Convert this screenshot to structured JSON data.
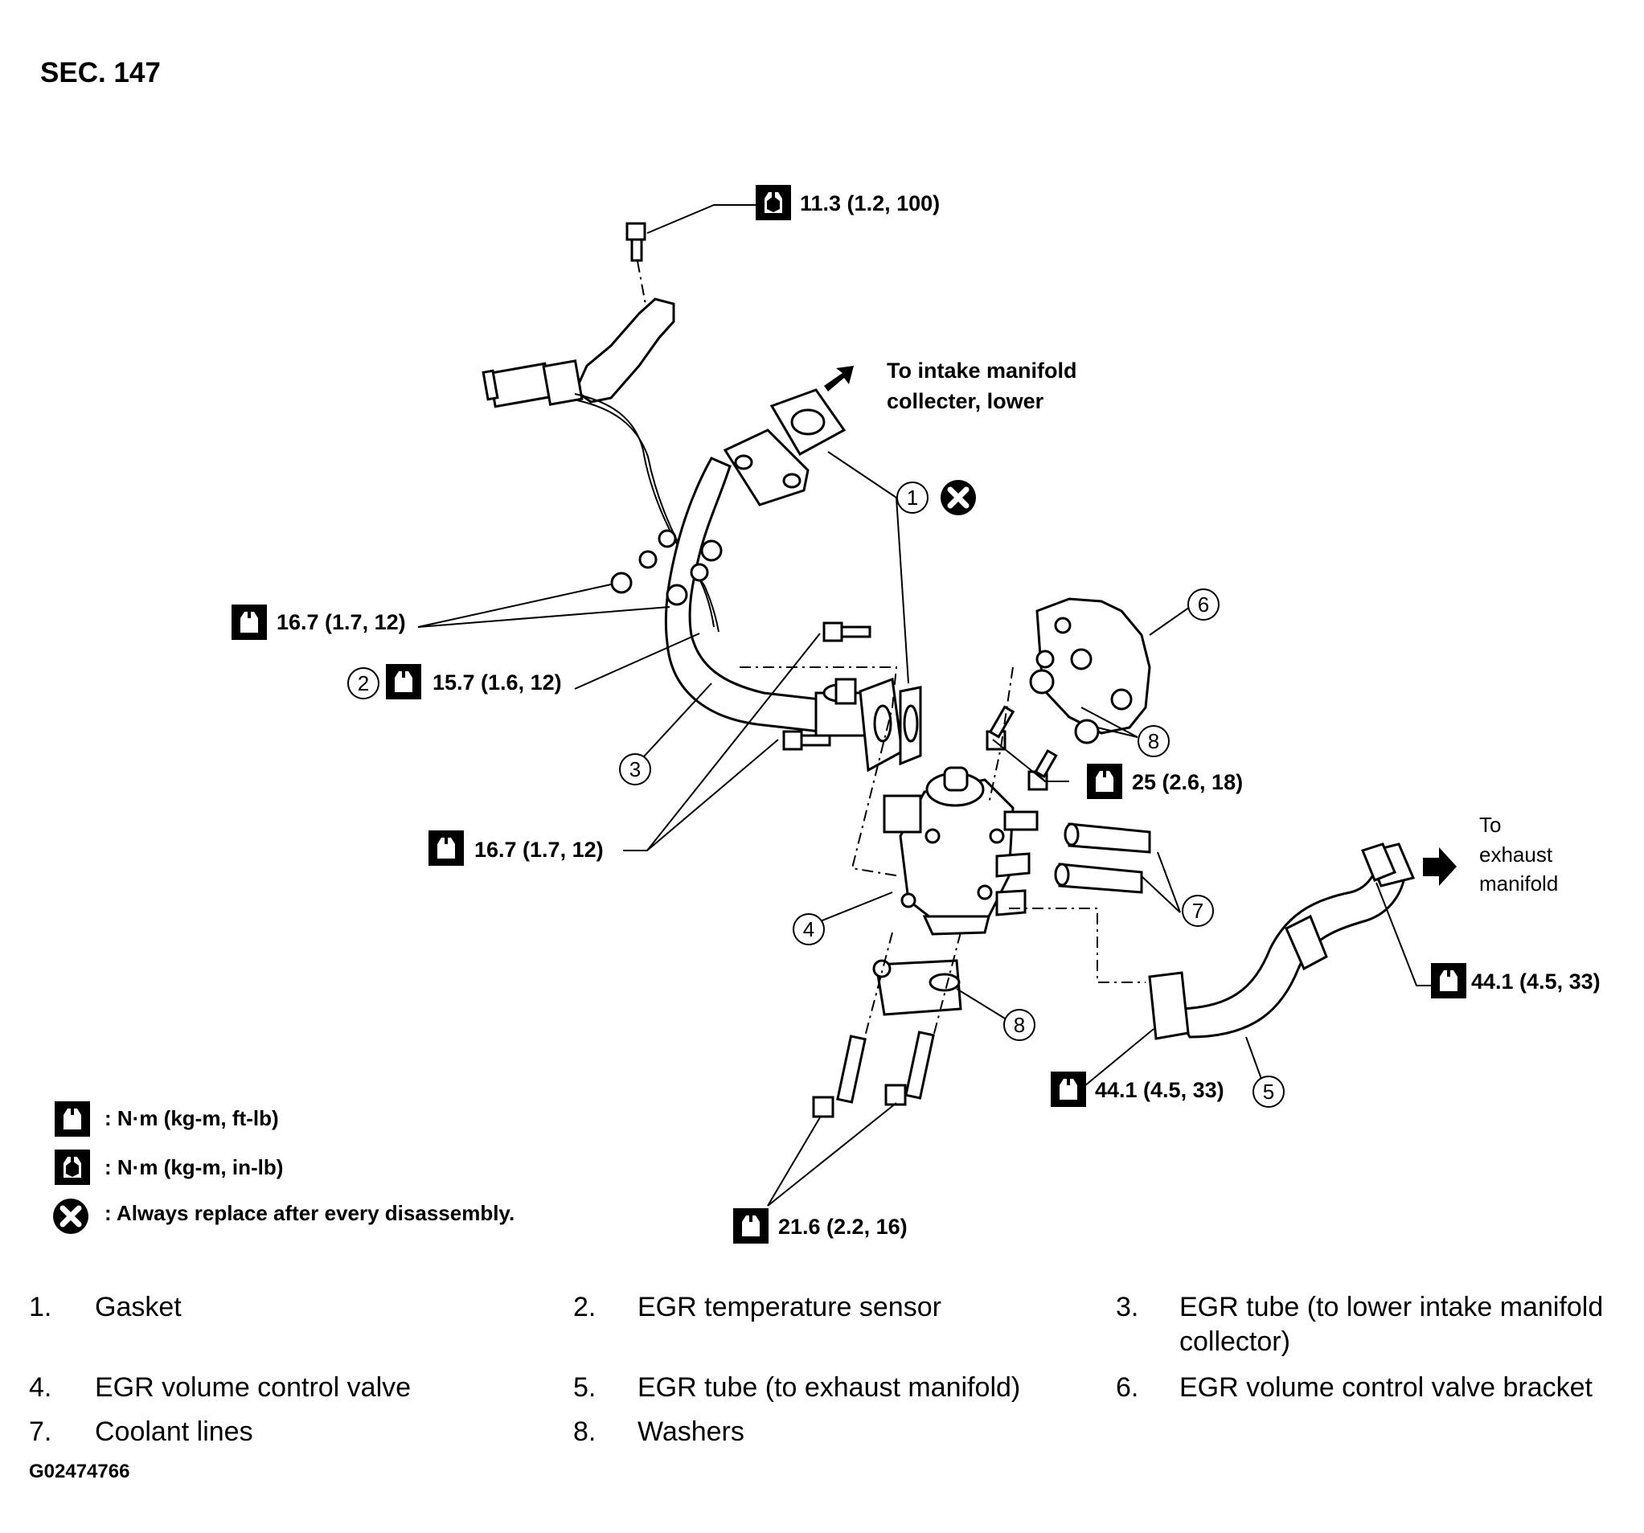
{
  "section": "SEC. 147",
  "figure_id": "G02474766",
  "notes": {
    "intake_line1": "To intake manifold",
    "intake_line2": "collecter, lower",
    "exhaust_line1": "To",
    "exhaust_line2": "exhaust",
    "exhaust_line3": "manifold"
  },
  "callouts": [
    "1",
    "2",
    "3",
    "4",
    "5",
    "6",
    "7",
    "8",
    "8"
  ],
  "torques": {
    "top_bolt": "11.3 (1.2, 100)",
    "nuts": "16.7 (1.7, 12)",
    "sensor": "15.7 (1.6, 12)",
    "flange_bolts": "16.7 (1.7, 12)",
    "bracket_bolts": "25 (2.6, 18)",
    "exhaust_nut_right": "44.1 (4.5, 33)",
    "exhaust_nut_left": "44.1 (4.5, 33)",
    "lower_bolts": "21.6 (2.2, 16)"
  },
  "legend": {
    "nm_ftlb": ": N·m (kg-m, ft-lb)",
    "nm_inlb": ": N·m (kg-m, in-lb)",
    "replace": ": Always replace after every disassembly."
  },
  "parts_list": [
    {
      "num": "1.",
      "line1": "Gasket",
      "line2": ""
    },
    {
      "num": "2.",
      "line1": "EGR temperature sensor",
      "line2": ""
    },
    {
      "num": "3.",
      "line1": "EGR tube (to lower intake manifold",
      "line2": "collector)"
    },
    {
      "num": "4.",
      "line1": "EGR volume control valve",
      "line2": ""
    },
    {
      "num": "5.",
      "line1": "EGR tube (to exhaust manifold)",
      "line2": ""
    },
    {
      "num": "6.",
      "line1": "EGR volume control valve bracket",
      "line2": ""
    },
    {
      "num": "7.",
      "line1": "Coolant lines",
      "line2": ""
    },
    {
      "num": "8.",
      "line1": "Washers",
      "line2": ""
    }
  ],
  "icons": [
    "torque-wrench-icon",
    "torque-wrench-inlb-icon",
    "replace-x-icon",
    "arrow-right-icon"
  ]
}
